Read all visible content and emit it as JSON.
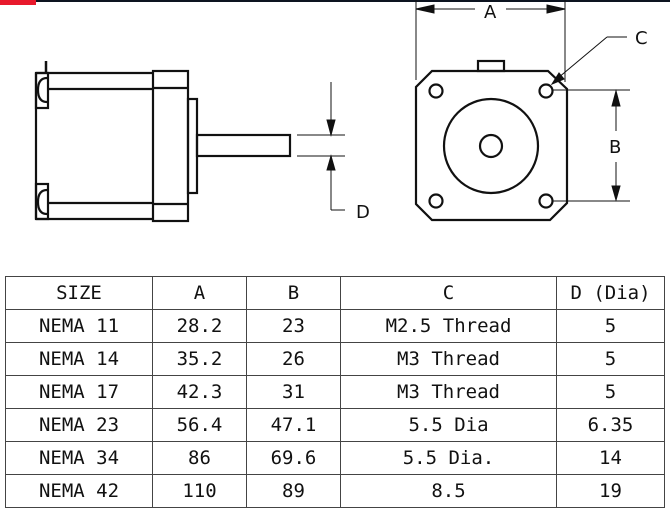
{
  "colors": {
    "accent_bar": "#e8192c",
    "line": "#111111"
  },
  "diagram": {
    "labels": {
      "a": "A",
      "b": "B",
      "c": "C",
      "d": "D"
    }
  },
  "table": {
    "headers": [
      "SIZE",
      "A",
      "B",
      "C",
      "D (Dia)"
    ],
    "rows": [
      [
        "NEMA 11",
        "28.2",
        "23",
        "M2.5 Thread",
        "5"
      ],
      [
        "NEMA 14",
        "35.2",
        "26",
        "M3 Thread",
        "5"
      ],
      [
        "NEMA 17",
        "42.3",
        "31",
        "M3 Thread",
        "5"
      ],
      [
        "NEMA 23",
        "56.4",
        "47.1",
        "5.5 Dia",
        "6.35"
      ],
      [
        "NEMA 34",
        "86",
        "69.6",
        "5.5 Dia.",
        "14"
      ],
      [
        "NEMA 42",
        "110",
        "89",
        "8.5",
        "19"
      ]
    ]
  }
}
